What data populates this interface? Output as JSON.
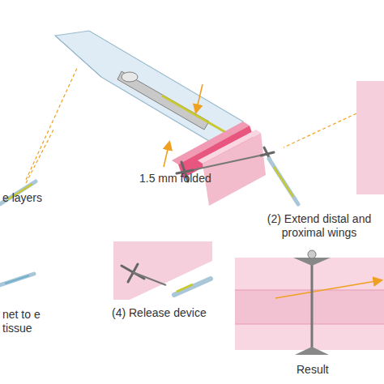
{
  "diagram": {
    "labels": [
      "1.5 mm folded",
      "e layers",
      "(2) Extend distal and proximal wings",
      "net to e tissue",
      "(4) Release device",
      "Result"
    ]
  }
}
